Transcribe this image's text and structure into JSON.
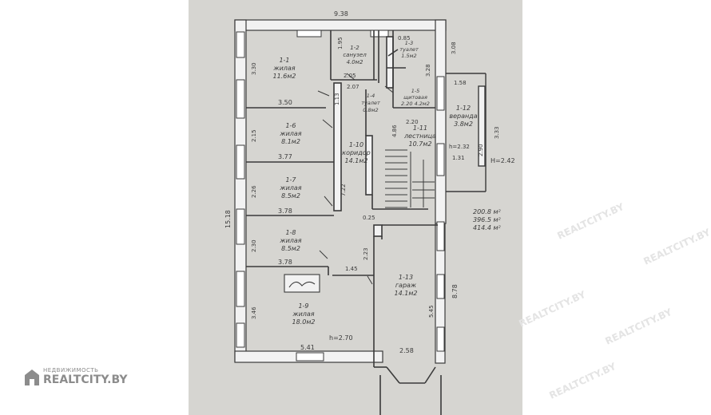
{
  "brand": {
    "tagline": "НЕДВИЖИМОСТЬ",
    "name": "REALTCITY.BY",
    "watermark": "REALTCITY.BY"
  },
  "colors": {
    "sheet": "#d6d5d1",
    "ink": "#3a3a3a",
    "wall": "#f2f2f2"
  },
  "dimensions": {
    "top_width": "9.38",
    "left_depth": "15.18",
    "right_depth": "8.78",
    "r11_h": "3.30",
    "r16_h": "2.15",
    "r17_h": "2.26",
    "r18_h": "2.30",
    "r19_h": "3.46",
    "r11_w": "3.50",
    "r16_w": "3.77",
    "r17_w": "3.78",
    "r18_w": "3.78",
    "r19_w": "5.41",
    "d195": "1.95",
    "d085": "0.85",
    "d308": "3.08",
    "d205": "2.05",
    "d207": "2.07",
    "d113": "1.13",
    "d328": "3.28",
    "d220": "2.20",
    "d486": "4.86",
    "d158": "1.58",
    "d333": "3.33",
    "d290": "2.90",
    "d131": "1.31",
    "d722": "7.22",
    "d025": "0.25",
    "d145": "1.45",
    "d223": "2.23",
    "d545": "5.45",
    "d258": "2.58",
    "h_stair": "h=2.32",
    "h_veranda": "H=2.42",
    "h_room": "h=2.70"
  },
  "rooms": [
    {
      "num": "1-1",
      "name": "жилая",
      "area": "11.6м2"
    },
    {
      "num": "1-2",
      "name": "санузел",
      "area": "4.0м2"
    },
    {
      "num": "1-3",
      "name": "туалет",
      "area": "1.5м2"
    },
    {
      "num": "1-4",
      "name": "туалет",
      "area": "0.8м2"
    },
    {
      "num": "1-5",
      "name": "щитовая",
      "area": "2.20 4.2м2"
    },
    {
      "num": "1-6",
      "name": "жилая",
      "area": "8.1м2"
    },
    {
      "num": "1-7",
      "name": "жилая",
      "area": "8.5м2"
    },
    {
      "num": "1-8",
      "name": "жилая",
      "area": "8.5м2"
    },
    {
      "num": "1-9",
      "name": "жилая",
      "area": "18.0м2"
    },
    {
      "num": "1-10",
      "name": "коридор",
      "area": "14.1м2"
    },
    {
      "num": "1-11",
      "name": "лестница",
      "area": "10.7м2"
    },
    {
      "num": "1-12",
      "name": "веранда",
      "area": "3.8м2"
    },
    {
      "num": "1-13",
      "name": "гараж",
      "area": "14.1м2"
    }
  ],
  "totals": [
    "200.8 м²",
    "396.5 м²",
    "414.4 м²"
  ]
}
